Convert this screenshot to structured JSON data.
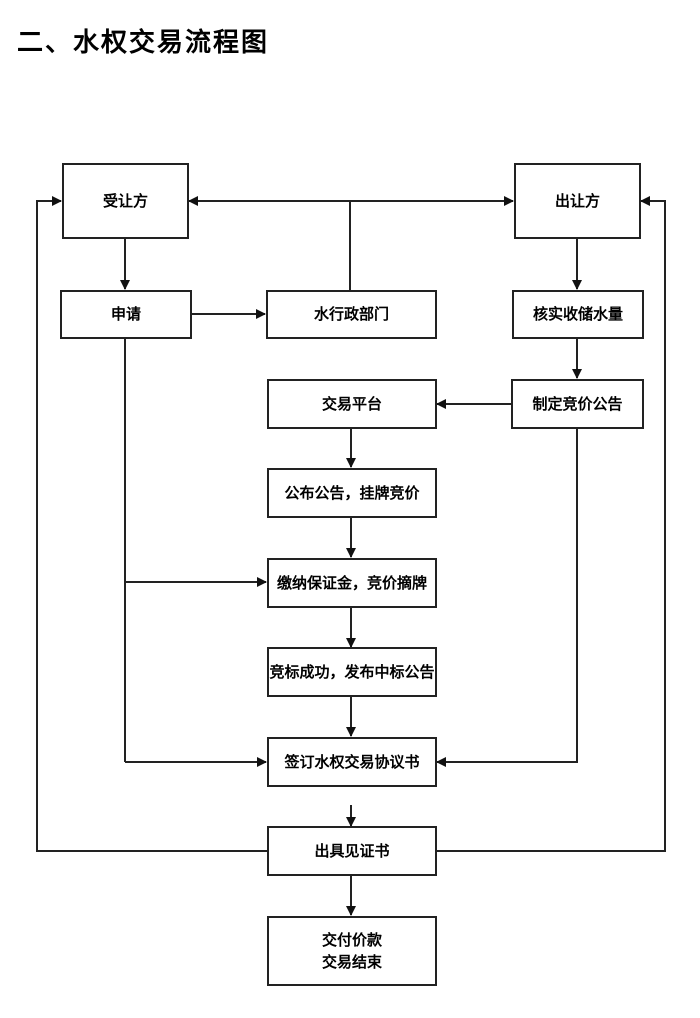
{
  "title": "二、水权交易流程图",
  "nodes": {
    "buyer": "受让方",
    "seller": "出让方",
    "apply": "申请",
    "water_admin": "水行政部门",
    "verify": "核实收储水量",
    "platform": "交易平台",
    "bid_notice": "制定竞价公告",
    "publish": "公布公告，挂牌竞价",
    "deposit": "缴纳保证金，竞价摘牌",
    "win": "竞标成功，发布中标公告",
    "sign": "签订水权交易协议书",
    "certificate": "出具见证书",
    "payment": "交付价款\n交易结束"
  },
  "edges": [
    {
      "from": "water_admin",
      "to": "buyer"
    },
    {
      "from": "water_admin",
      "to": "seller"
    },
    {
      "from": "buyer",
      "to": "apply"
    },
    {
      "from": "apply",
      "to": "water_admin"
    },
    {
      "from": "seller",
      "to": "verify"
    },
    {
      "from": "verify",
      "to": "bid_notice"
    },
    {
      "from": "bid_notice",
      "to": "platform"
    },
    {
      "from": "platform",
      "to": "publish"
    },
    {
      "from": "publish",
      "to": "deposit"
    },
    {
      "from": "apply",
      "to": "deposit"
    },
    {
      "from": "deposit",
      "to": "win"
    },
    {
      "from": "win",
      "to": "sign"
    },
    {
      "from": "apply",
      "to": "sign"
    },
    {
      "from": "bid_notice",
      "to": "sign"
    },
    {
      "from": "sign",
      "to": "certificate"
    },
    {
      "from": "certificate",
      "to": "buyer"
    },
    {
      "from": "certificate",
      "to": "seller"
    },
    {
      "from": "certificate",
      "to": "payment"
    }
  ]
}
